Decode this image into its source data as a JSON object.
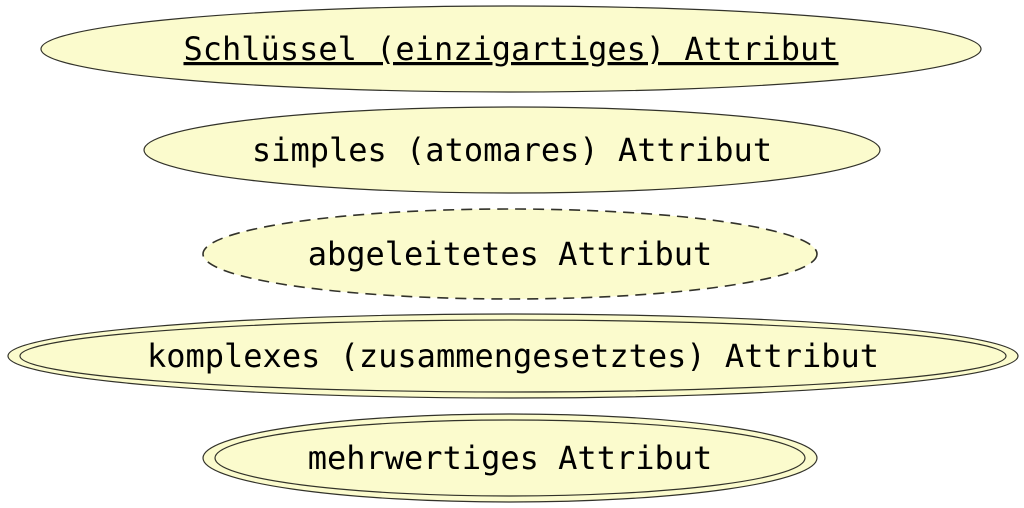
{
  "diagram": {
    "kind": "er-attribute-notation",
    "colors": {
      "background": "#ffffff",
      "node_fill": "#fbfbcd",
      "node_stroke": "#32322a",
      "text": "#000000"
    },
    "nodes": [
      {
        "label": "Schlüssel (einzigartiges) Attribut",
        "border_style": "solid",
        "underlined": true
      },
      {
        "label": "simples (atomares) Attribut",
        "border_style": "solid",
        "underlined": false
      },
      {
        "label": "abgeleitetes Attribut",
        "border_style": "dashed",
        "underlined": false
      },
      {
        "label": "komplexes (zusammengesetztes) Attribut",
        "border_style": "double",
        "underlined": false
      },
      {
        "label": "mehrwertiges Attribut",
        "border_style": "double",
        "underlined": false
      }
    ]
  }
}
